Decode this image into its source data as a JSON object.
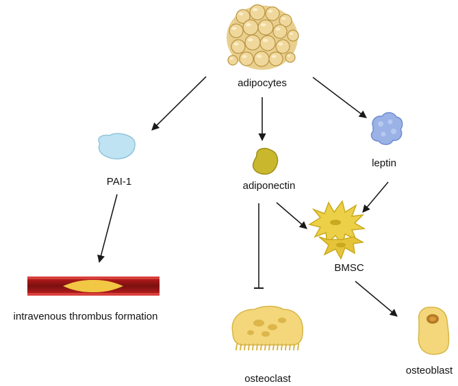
{
  "nodes": {
    "adipocytes": "adipocytes",
    "pai1": "PAI-1",
    "adiponectin": "adiponectin",
    "leptin": "leptin",
    "bmsc": "BMSC",
    "thrombus": "intravenous thrombus formation",
    "osteoclast": "osteoclast",
    "osteoblast": "osteoblast"
  },
  "colors": {
    "adipocyte_fill": "#f0d79c",
    "adipocyte_stroke": "#b8943f",
    "pai1_fill": "#bfe3f2",
    "adiponectin_fill": "#c9b72e",
    "leptin_fill": "#9ab2e6",
    "bmsc_fill": "#ecd047",
    "vessel_outer": "#b3171a",
    "vessel_inner": "#7a1010",
    "clot": "#f2c744",
    "bone_cell_fill": "#f3d77a",
    "arrow": "#1a1a1a"
  },
  "edges": [
    {
      "from": "adipocytes",
      "to": "PAI-1",
      "type": "activation"
    },
    {
      "from": "adipocytes",
      "to": "adiponectin",
      "type": "activation"
    },
    {
      "from": "adipocytes",
      "to": "leptin",
      "type": "activation"
    },
    {
      "from": "PAI-1",
      "to": "intravenous thrombus formation",
      "type": "activation"
    },
    {
      "from": "adiponectin",
      "to": "BMSC",
      "type": "activation"
    },
    {
      "from": "adiponectin",
      "to": "osteoclast",
      "type": "inhibition"
    },
    {
      "from": "leptin",
      "to": "BMSC",
      "type": "activation"
    },
    {
      "from": "BMSC",
      "to": "osteoblast",
      "type": "activation"
    }
  ]
}
